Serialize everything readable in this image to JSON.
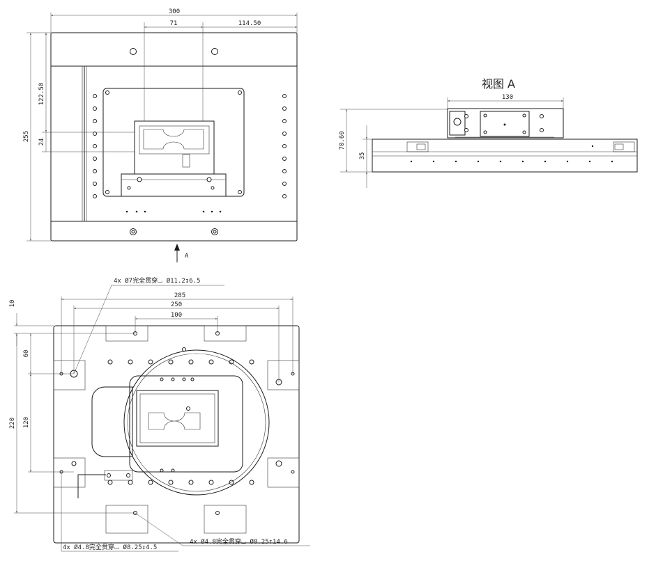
{
  "top_view": {
    "dim_overall_width": "300",
    "dim_center_offset": "71",
    "dim_right_offset": "114.50",
    "dim_overall_height": "255",
    "dim_vertical_offset": "122.50",
    "dim_slot_height": "24"
  },
  "view_a": {
    "title": "视图 A",
    "dim_width": "130",
    "dim_total_height": "70.60",
    "dim_base_height": "35"
  },
  "view_arrow_label": "A",
  "bottom_view": {
    "callout_top": "4x Ø7完全贯穿⌴ Ø11.2↧6.5",
    "callout_bottom_left": "4x Ø4.8完全贯穿⌴ Ø8.25↧4.5",
    "callout_bottom_right": "4x Ø4.8完全贯穿⌴ Ø8.25↧14.6",
    "dim_285": "285",
    "dim_250": "250",
    "dim_100": "100",
    "dim_10": "10",
    "dim_60": "60",
    "dim_220": "220",
    "dim_120": "120"
  }
}
